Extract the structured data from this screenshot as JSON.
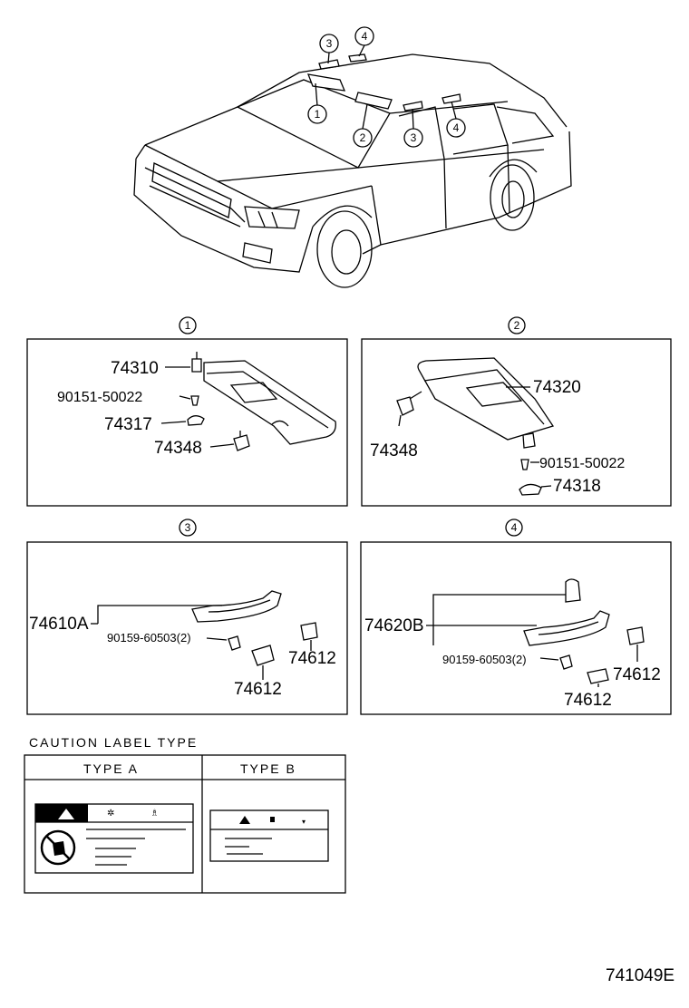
{
  "car": {
    "callouts": [
      "3",
      "4",
      "1",
      "2",
      "3",
      "4"
    ]
  },
  "panels": [
    {
      "title": "1",
      "parts": [
        "74310",
        "90151-50022",
        "74317",
        "74348"
      ]
    },
    {
      "title": "2",
      "parts": [
        "74320",
        "74348",
        "90151-50022",
        "74318"
      ]
    },
    {
      "title": "3",
      "parts": [
        "74610A",
        "90159-60503(2)",
        "74612",
        "74612"
      ]
    },
    {
      "title": "4",
      "parts": [
        "74620B",
        "90159-60503(2)",
        "74612",
        "74612"
      ]
    }
  ],
  "caution": {
    "heading": "CAUTION LABEL TYPE",
    "type_a": "TYPE A",
    "type_b": "TYPE B"
  },
  "figure_code": "741049E"
}
